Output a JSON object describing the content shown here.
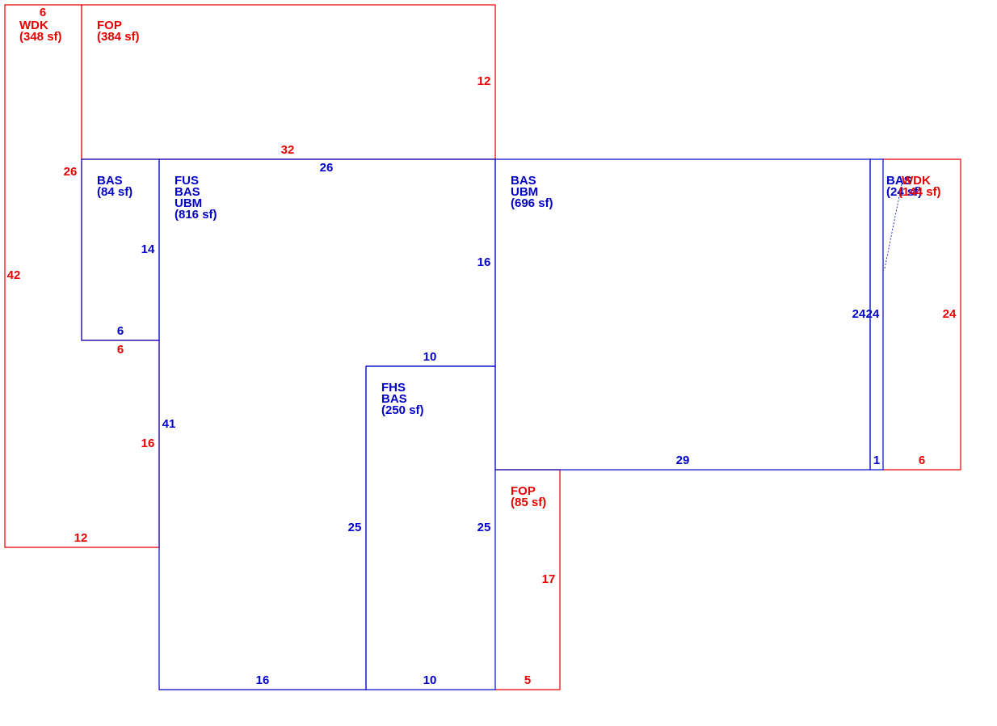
{
  "colors": {
    "red": "#e60000",
    "blue": "#0000c8",
    "background": "#ffffff"
  },
  "areas": {
    "wdk_left": {
      "line1": "WDK",
      "line2": "(348 sf)"
    },
    "fop_top": {
      "line1": "FOP",
      "line2": "(384 sf)"
    },
    "bas_small": {
      "line1": "BAS",
      "line2": "(84 sf)"
    },
    "fus_main": {
      "line1": "FUS",
      "line2": "BAS",
      "line3": "UBM",
      "line4": "(816 sf)"
    },
    "bas_ubm_right": {
      "line1": "BAS",
      "line2": "UBM",
      "line3": "(696 sf)"
    },
    "fhs_bas": {
      "line1": "FHS",
      "line2": "BAS",
      "line3": "(250 sf)"
    },
    "fop_bottom": {
      "line1": "FOP",
      "line2": "(85 sf)"
    },
    "bas_strip": {
      "line1": "BAS",
      "line2": "(24 sf)"
    },
    "wdk_right": {
      "line1": "WDK",
      "line2": "(144 sf)"
    }
  },
  "dimensions": {
    "wdk_left_top": "6",
    "wdk_left_side": "42",
    "wdk_left_bottom": "12",
    "wdk_left_inner": "26",
    "wdk_left_inner_lower": "16",
    "wdk_left_notch": "6",
    "fop_top_bottom": "32",
    "fop_top_side": "12",
    "fus_top": "26",
    "bas_small_side": "14",
    "bas_small_bottom": "6",
    "fus_side": "41",
    "fus_bottom": "16",
    "fus_inner": "25",
    "bas_ubm_side": "16",
    "step": "10",
    "fhs_side": "25",
    "fhs_bottom": "10",
    "bas_ubm_bottom": "29",
    "bas_ubm_right_side": "24",
    "bas_strip_side": "24",
    "bas_strip_bottom": "1",
    "wdk_right_side": "24",
    "wdk_right_bottom": "6",
    "fop_bottom_side": "17",
    "fop_bottom_bottom": "5"
  }
}
